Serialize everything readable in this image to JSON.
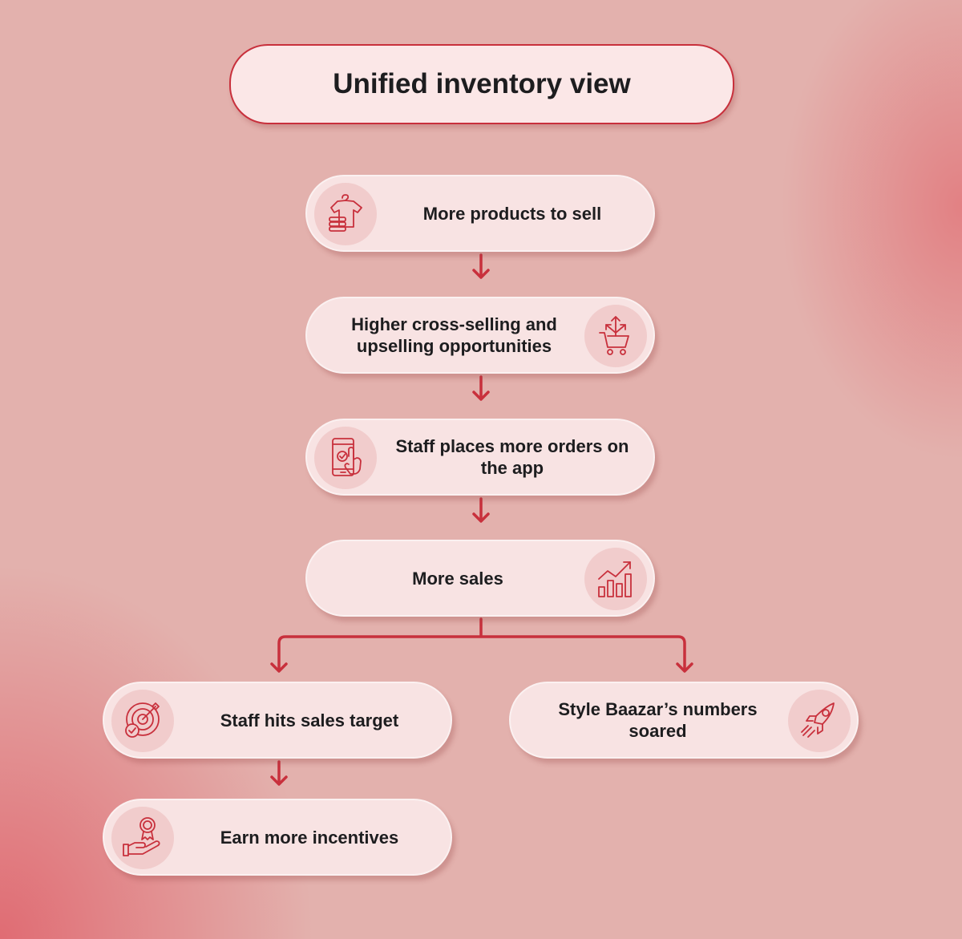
{
  "title": "Unified inventory view",
  "colors": {
    "accent": "#c8303c",
    "node_fill": "#f8e3e3",
    "icon_bg": "#f1cccc",
    "background": "#e3b1ad"
  },
  "nodes": [
    {
      "label": "More products to sell",
      "icon": "clothing-icon"
    },
    {
      "label": "Higher cross-selling and upselling opportunities",
      "icon": "shopping-cart-arrows-icon"
    },
    {
      "label": "Staff places more orders on the app",
      "icon": "mobile-tap-icon"
    },
    {
      "label": "More sales",
      "icon": "growth-chart-icon"
    },
    {
      "label": "Staff hits sales target",
      "icon": "target-icon"
    },
    {
      "label": "Style Baazar’s numbers soared",
      "icon": "rocket-icon"
    },
    {
      "label": "Earn more incentives",
      "icon": "award-hand-icon"
    }
  ]
}
